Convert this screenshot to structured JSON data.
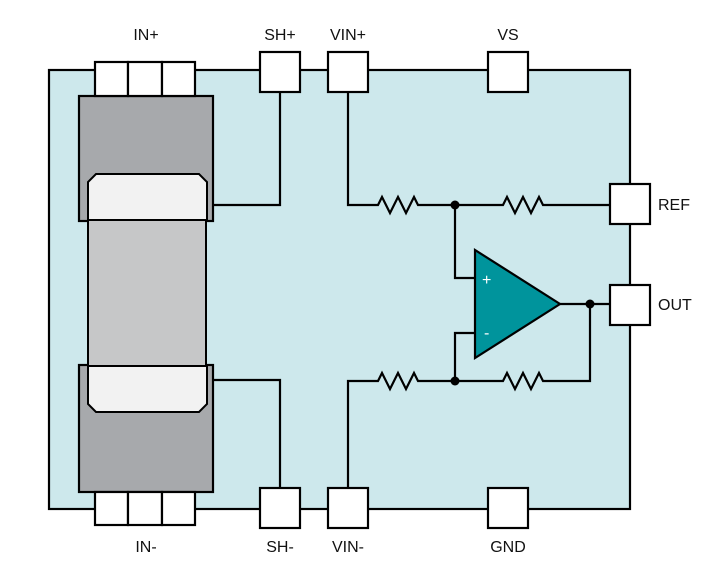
{
  "pins": {
    "in_plus": "IN+",
    "sh_plus": "SH+",
    "vin_plus": "VIN+",
    "vs": "VS",
    "ref": "REF",
    "out": "OUT",
    "in_minus": "IN-",
    "sh_minus": "SH-",
    "vin_minus": "VIN-",
    "gnd": "GND"
  },
  "amplifier": {
    "plus_sign": "+",
    "minus_sign": "-"
  },
  "colors": {
    "package_fill": "#cde8ec",
    "amplifier_fill": "#00949c",
    "shunt_body": "#a7a9ac",
    "shunt_center": "#c6c7c8",
    "shunt_cap": "#f2f2f2"
  }
}
